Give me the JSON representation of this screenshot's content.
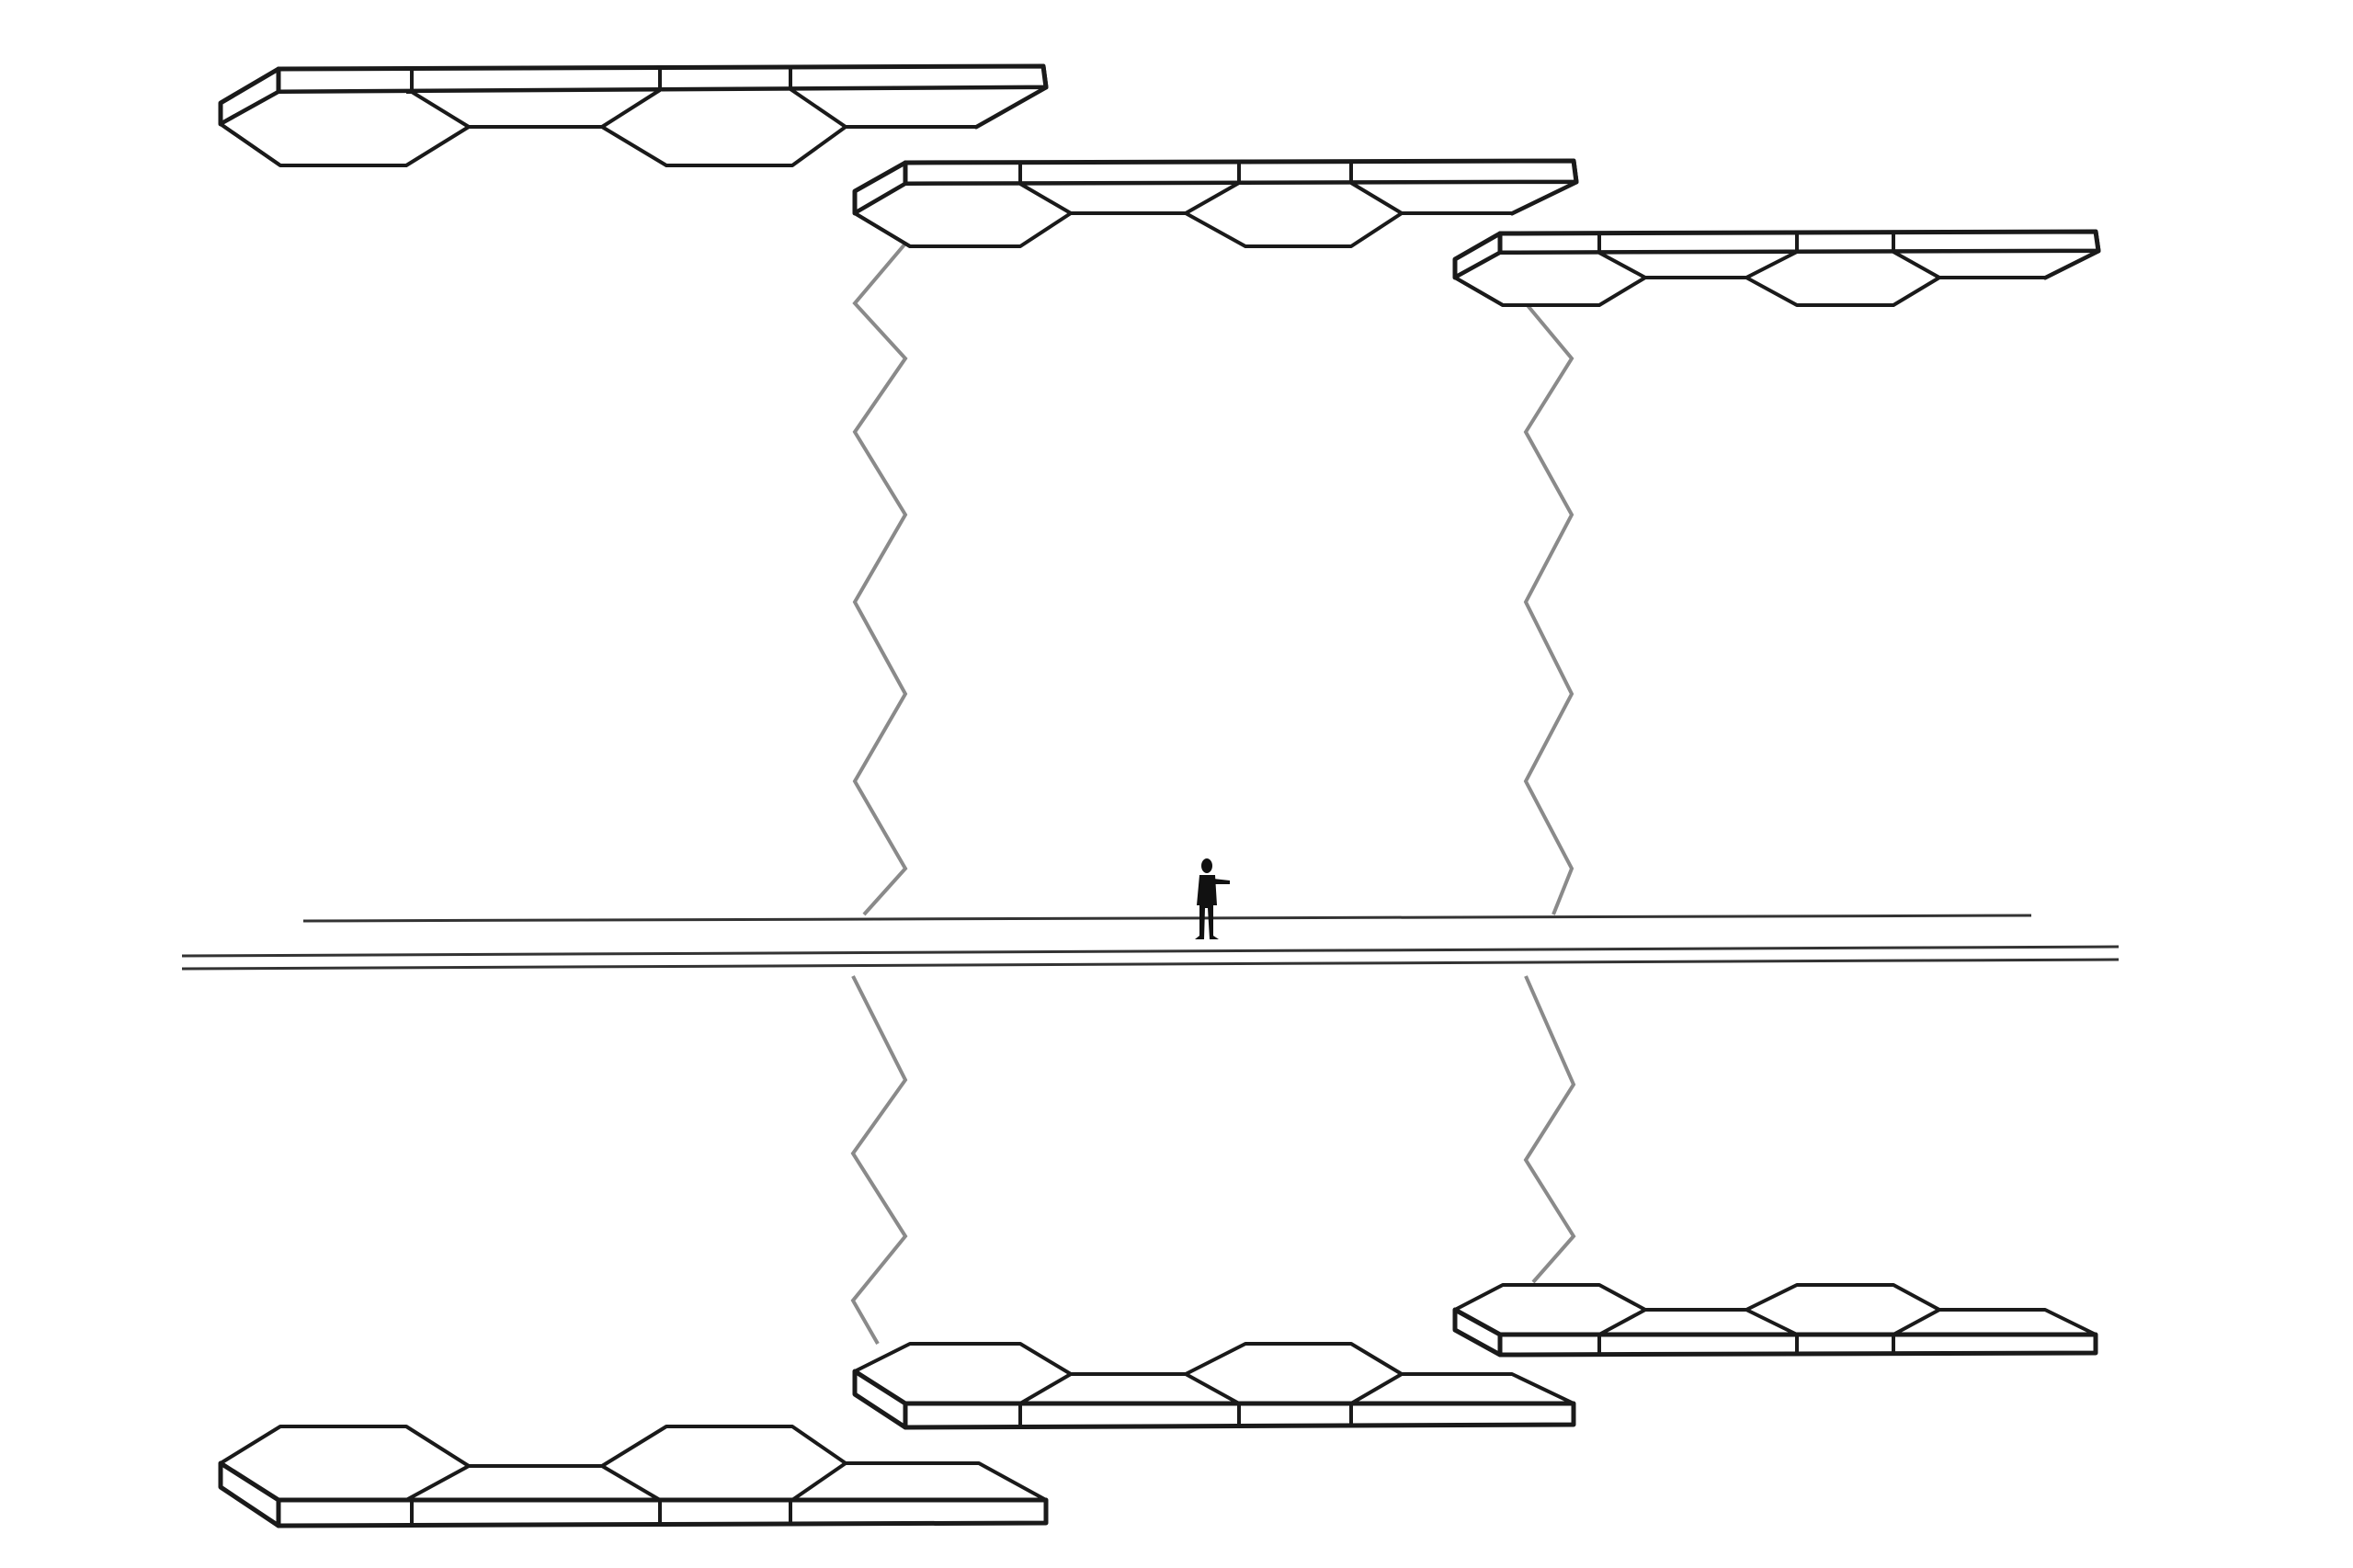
{
  "diagram": {
    "colors": {
      "slab_stroke": "#1a1a1a",
      "zigzag_stroke": "#8a8a8a",
      "ground_stroke": "#333333",
      "background": "#ffffff",
      "figure": "#111111"
    },
    "elements": {
      "upper_slabs": 3,
      "lower_slabs": 3,
      "zigzag_columns": 2
    }
  }
}
